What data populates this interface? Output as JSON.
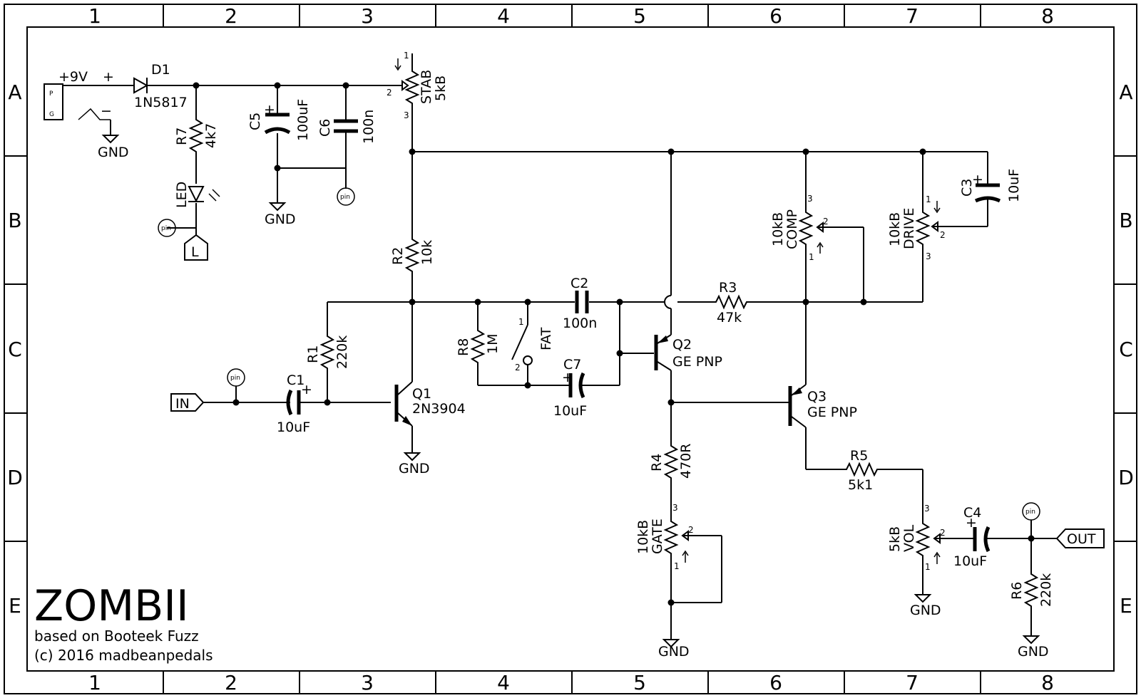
{
  "frame": {
    "columns": [
      "1",
      "2",
      "3",
      "4",
      "5",
      "6",
      "7",
      "8"
    ],
    "rows": [
      "A",
      "B",
      "C",
      "D",
      "E"
    ]
  },
  "title_block": {
    "title": "ZOMBII",
    "subtitle": "based on Booteek Fuzz",
    "copyright": "(c) 2016 madbeanpedals"
  },
  "power": {
    "voltage": "+9V",
    "plus": "+",
    "minus": "−",
    "jack_pins": [
      "P",
      "G"
    ]
  },
  "components": {
    "d1": {
      "ref": "D1",
      "value": "1N5817"
    },
    "r7": {
      "ref": "R7",
      "value": "4k7"
    },
    "led": {
      "ref": "LED"
    },
    "c5": {
      "ref": "C5",
      "value": "100uF"
    },
    "c6": {
      "ref": "C6",
      "value": "100n"
    },
    "stab": {
      "ref": "STAB",
      "value": "5kB"
    },
    "r2": {
      "ref": "R2",
      "value": "10k"
    },
    "r1": {
      "ref": "R1",
      "value": "220k"
    },
    "c1": {
      "ref": "C1",
      "value": "10uF"
    },
    "q1": {
      "ref": "Q1",
      "value": "2N3904"
    },
    "r8": {
      "ref": "R8",
      "value": "1M"
    },
    "fat": {
      "ref": "FAT"
    },
    "c2": {
      "ref": "C2",
      "value": "100n"
    },
    "c7": {
      "ref": "C7",
      "value": "10uF"
    },
    "q2": {
      "ref": "Q2",
      "value": "GE PNP"
    },
    "r3": {
      "ref": "R3",
      "value": "47k"
    },
    "comp": {
      "ref": "COMP",
      "value": "10kB"
    },
    "drive": {
      "ref": "DRIVE",
      "value": "10kB"
    },
    "c3": {
      "ref": "C3",
      "value": "10uF"
    },
    "q3": {
      "ref": "Q3",
      "value": "GE PNP"
    },
    "r4": {
      "ref": "R4",
      "value": "470R"
    },
    "gate": {
      "ref": "GATE",
      "value": "10kB"
    },
    "r5": {
      "ref": "R5",
      "value": "5k1"
    },
    "vol": {
      "ref": "VOL",
      "value": "5kB"
    },
    "c4": {
      "ref": "C4",
      "value": "10uF"
    },
    "r6": {
      "ref": "R6",
      "value": "220k"
    }
  },
  "labels": {
    "gnd": "GND",
    "pin": "pin",
    "led_flag": "L",
    "in": "IN",
    "out": "OUT",
    "pin_1": "1",
    "pin_2": "2",
    "pin_3": "3",
    "cap_plus": "+"
  }
}
